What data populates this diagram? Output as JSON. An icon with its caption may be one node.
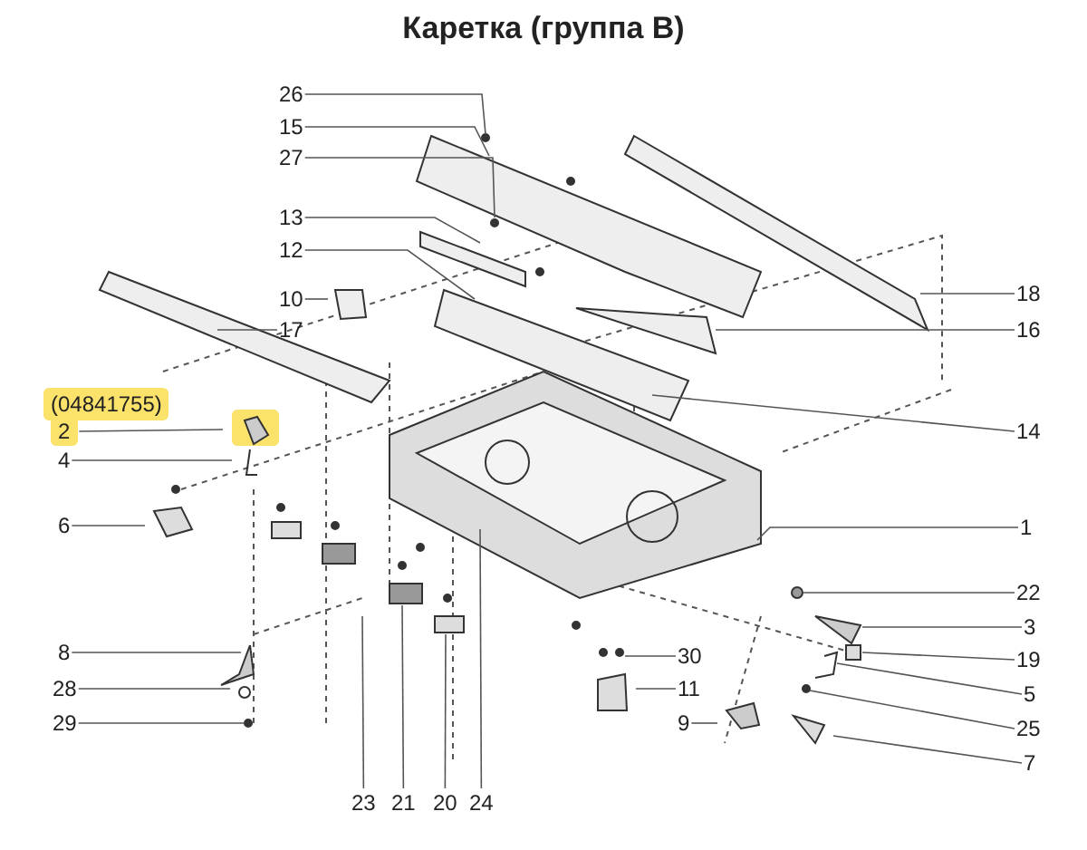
{
  "diagram": {
    "title": "Каретка (группа B)",
    "nodes": [
      {
        "text": [
          "26"
        ]
      },
      {
        "text": [
          "15"
        ]
      },
      {
        "text": [
          "27"
        ]
      },
      {
        "text": [
          "13"
        ]
      },
      {
        "text": [
          "12"
        ]
      },
      {
        "text": [
          "10"
        ]
      },
      {
        "text": [
          "17"
        ]
      },
      {
        "text": [
          "18"
        ]
      },
      {
        "text": [
          "16"
        ]
      },
      {
        "text": [
          "2"
        ]
      },
      {
        "text": [
          "14"
        ]
      },
      {
        "text": [
          "4"
        ]
      },
      {
        "text": [
          "6"
        ]
      },
      {
        "text": [
          "1"
        ]
      },
      {
        "text": [
          "22"
        ]
      },
      {
        "text": [
          "3"
        ]
      },
      {
        "text": [
          "8"
        ]
      },
      {
        "text": [
          "30"
        ]
      },
      {
        "text": [
          "19"
        ]
      },
      {
        "text": [
          "28"
        ]
      },
      {
        "text": [
          "11"
        ]
      },
      {
        "text": [
          "5"
        ]
      },
      {
        "text": [
          "9"
        ]
      },
      {
        "text": [
          "25"
        ]
      },
      {
        "text": [
          "29"
        ]
      },
      {
        "text": [
          "7"
        ]
      },
      {
        "text": [
          "23"
        ]
      },
      {
        "text": [
          "21"
        ]
      },
      {
        "text": [
          "20"
        ]
      },
      {
        "text": [
          "24"
        ]
      }
    ],
    "edges": [
      {
        "from": 0,
        "to": null,
        "arrow": "none"
      },
      {
        "from": 1,
        "to": null,
        "arrow": "none"
      },
      {
        "from": 2,
        "to": null,
        "arrow": "none"
      },
      {
        "from": 3,
        "to": null,
        "arrow": "none"
      },
      {
        "from": 4,
        "to": null,
        "arrow": "none"
      },
      {
        "from": 5,
        "to": null,
        "arrow": "none"
      },
      {
        "from": 6,
        "to": null,
        "arrow": "none"
      },
      {
        "from": 7,
        "to": null,
        "arrow": "none"
      },
      {
        "from": 8,
        "to": null,
        "arrow": "none"
      },
      {
        "from": 9,
        "to": null,
        "arrow": "none"
      },
      {
        "from": 10,
        "to": null,
        "arrow": "none"
      },
      {
        "from": 11,
        "to": null,
        "arrow": "none"
      },
      {
        "from": 12,
        "to": null,
        "arrow": "none"
      },
      {
        "from": 13,
        "to": null,
        "arrow": "none"
      },
      {
        "from": 14,
        "to": null,
        "arrow": "none"
      },
      {
        "from": 15,
        "to": null,
        "arrow": "none"
      },
      {
        "from": 16,
        "to": null,
        "arrow": "none"
      },
      {
        "from": 17,
        "to": null,
        "arrow": "none"
      },
      {
        "from": 18,
        "to": null,
        "arrow": "none"
      },
      {
        "from": 19,
        "to": null,
        "arrow": "none"
      },
      {
        "from": 20,
        "to": null,
        "arrow": "none"
      },
      {
        "from": 21,
        "to": null,
        "arrow": "none"
      },
      {
        "from": 22,
        "to": null,
        "arrow": "none"
      },
      {
        "from": 23,
        "to": null,
        "arrow": "none"
      },
      {
        "from": 24,
        "to": null,
        "arrow": "none"
      },
      {
        "from": 25,
        "to": null,
        "arrow": "none"
      },
      {
        "from": 26,
        "to": null,
        "arrow": "none"
      },
      {
        "from": 27,
        "to": null,
        "arrow": "none"
      },
      {
        "from": 28,
        "to": null,
        "arrow": "none"
      },
      {
        "from": 29,
        "to": null,
        "arrow": "none"
      }
    ],
    "labels": [
      "(04841755)"
    ]
  }
}
